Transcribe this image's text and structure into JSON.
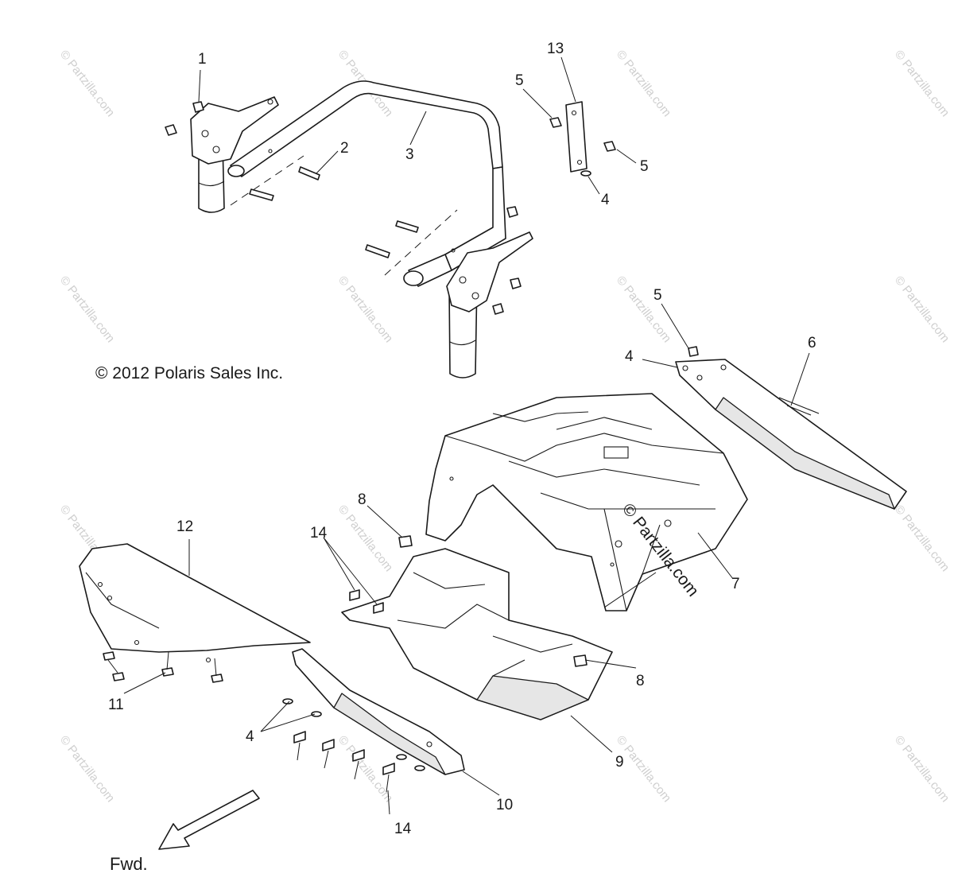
{
  "copyright": "© 2012 Polaris Sales Inc.",
  "direction_label": "Fwd.",
  "watermark": "© Partzilla.com",
  "callouts": {
    "c1": "1",
    "c2": "2",
    "c3": "3",
    "c4a": "4",
    "c4b": "4",
    "c4c": "4",
    "c5a": "5",
    "c5b": "5",
    "c5c": "5",
    "c6": "6",
    "c7": "7",
    "c8a": "8",
    "c8b": "8",
    "c9": "9",
    "c10": "10",
    "c11": "11",
    "c12": "12",
    "c13": "13",
    "c14a": "14",
    "c14b": "14"
  }
}
